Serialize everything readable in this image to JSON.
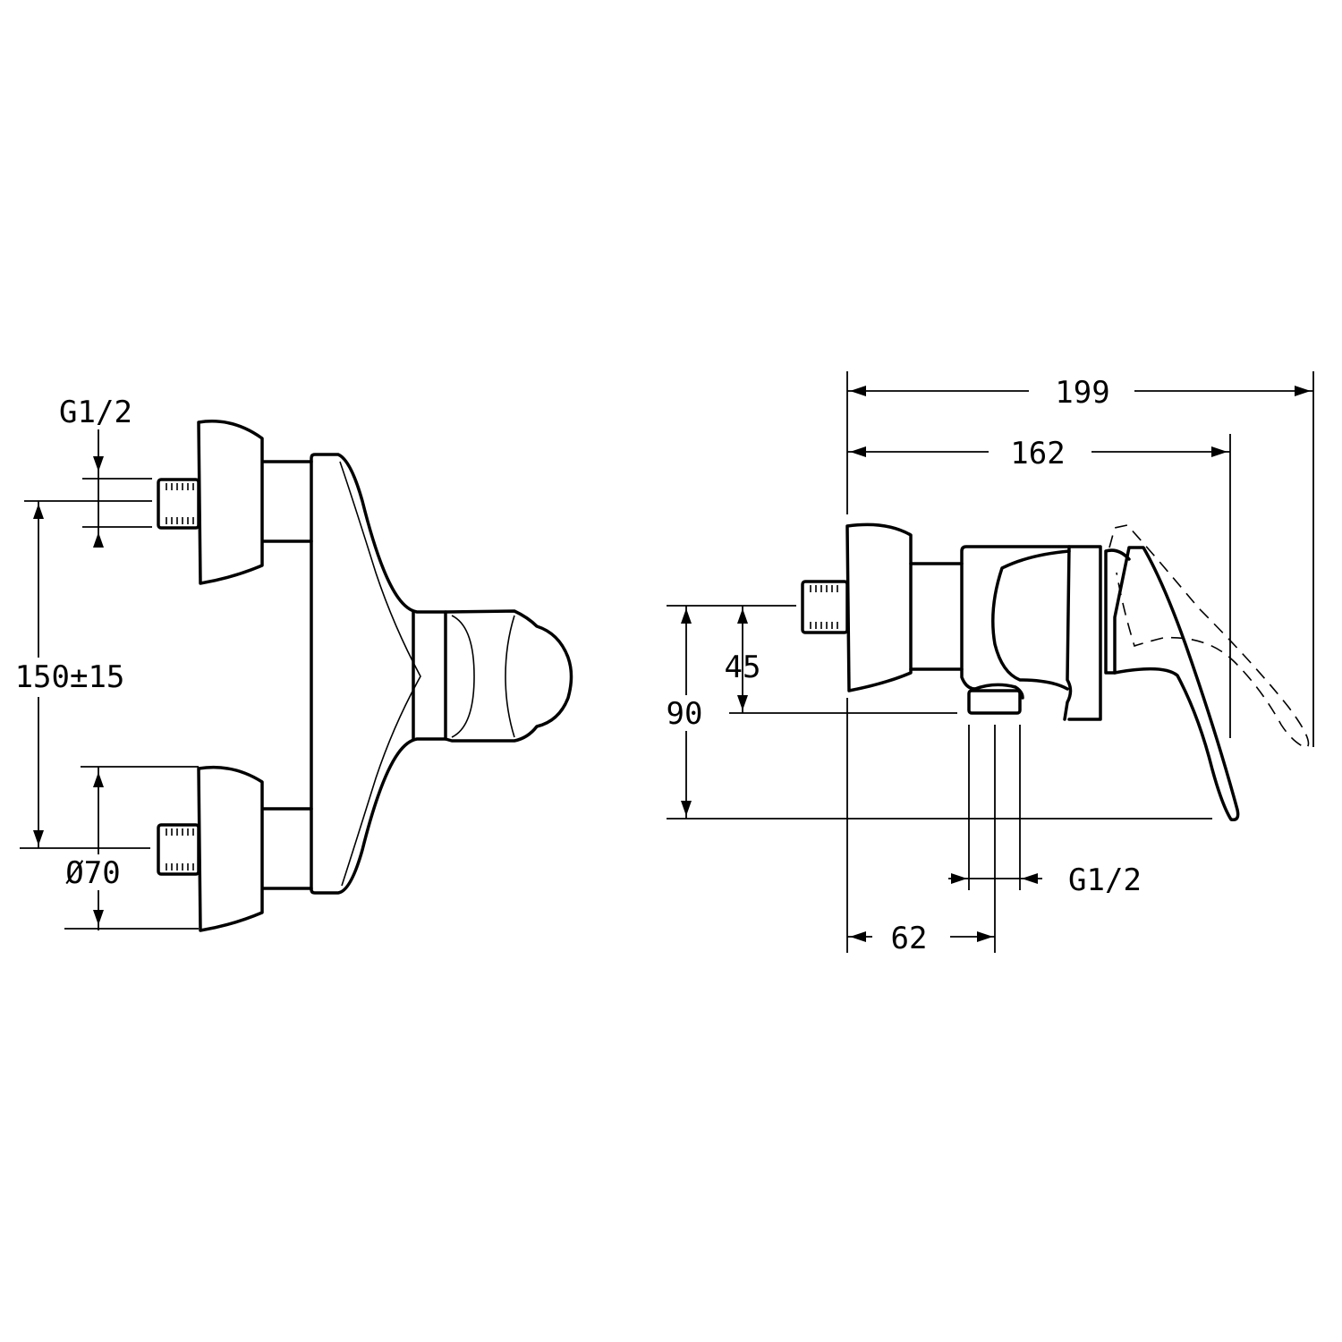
{
  "title": "Shower mixer dimension drawing",
  "front_view": {
    "inlet_thread": "G1/2",
    "inlet_spacing": "150±15",
    "escutcheon_diameter": "Ø70"
  },
  "side_view": {
    "overall_depth_lever_open": "199",
    "overall_depth": "162",
    "height_to_lever": "90",
    "height_to_outlet": "45",
    "outlet_thread": "G1/2",
    "outlet_offset": "62"
  }
}
